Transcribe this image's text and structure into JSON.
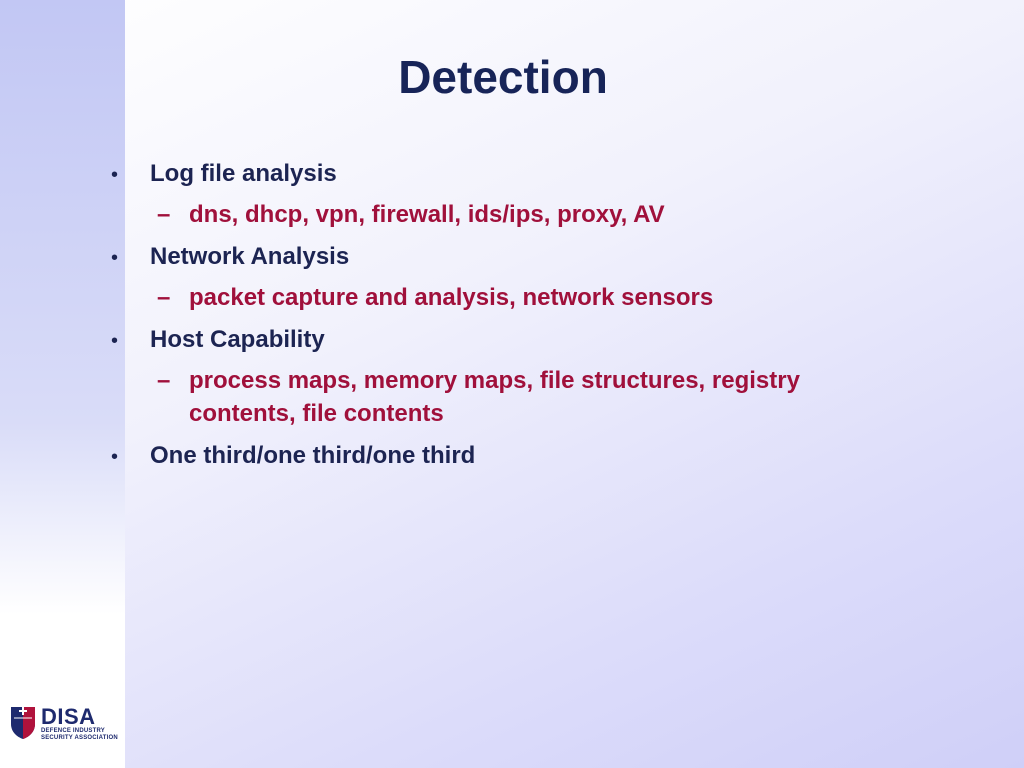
{
  "slide": {
    "title": "Detection",
    "bullets": [
      {
        "text": "Log file analysis",
        "sub": "dns, dhcp, vpn, firewall, ids/ips, proxy, AV"
      },
      {
        "text": "Network Analysis",
        "sub": "packet capture and analysis, network sensors"
      },
      {
        "text": "Host Capability",
        "sub_lines": [
          "process maps, memory maps, file structures, registry",
          "contents, file contents"
        ]
      },
      {
        "text": "One third/one third/one third"
      }
    ],
    "bullet_glyph": "•",
    "dash_glyph": "–"
  },
  "logo": {
    "name": "DISA",
    "line1": "DEFENCE INDUSTRY",
    "line2": "SECURITY ASSOCIATION"
  },
  "colors": {
    "title": "#172458",
    "level1": "#1c2452",
    "level2": "#a0103b"
  }
}
